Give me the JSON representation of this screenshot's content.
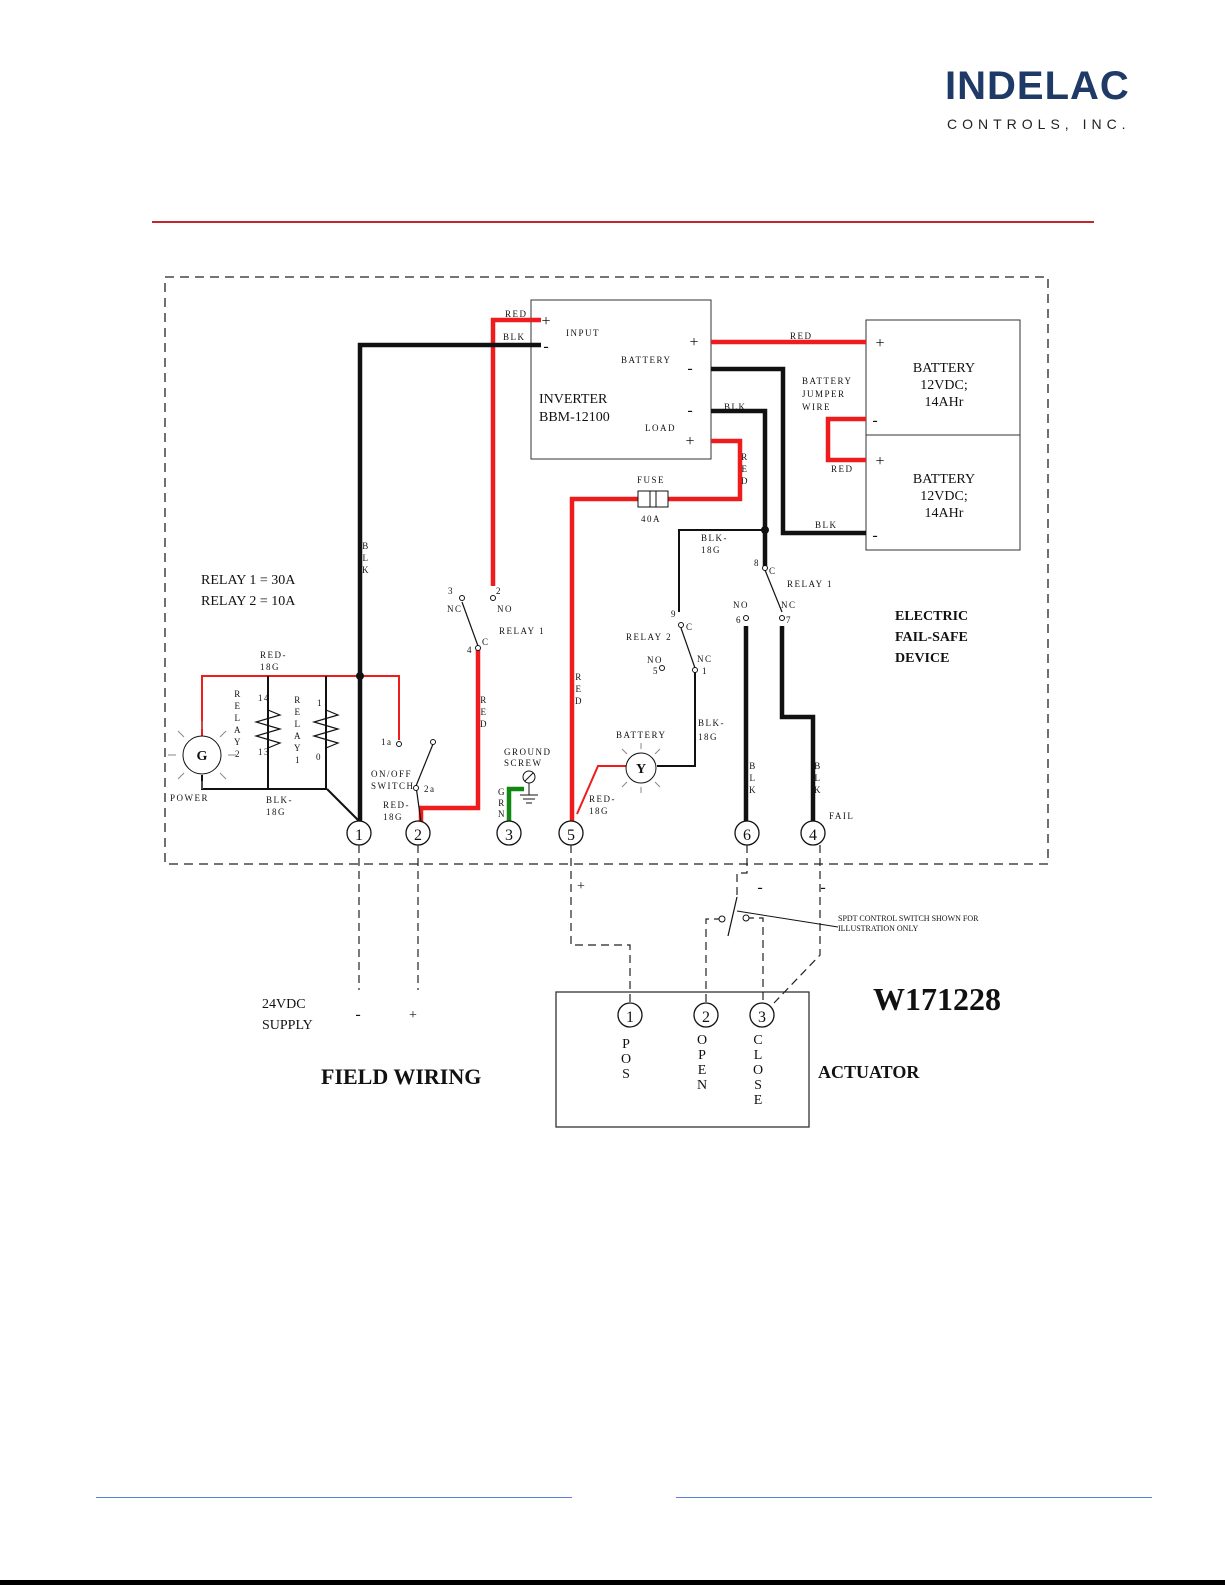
{
  "logo": {
    "word": "INDELAC",
    "sub": "CONTROLS, INC."
  },
  "colors": {
    "brand": "#1f3a66",
    "header_rule": "#c0282d",
    "footer_rule": "#5a7fd6",
    "red_wire": "#ee1c1c",
    "black_wire": "#111111",
    "green_wire": "#118811"
  },
  "diagram": {
    "drawing_number": "W171228",
    "relay_ratings": [
      "RELAY 1 = 30A",
      "RELAY 2 = 10A"
    ],
    "device_title": [
      "ELECTRIC",
      "FAIL-SAFE",
      "DEVICE"
    ],
    "field_wiring": "FIELD WIRING",
    "supply": [
      "24VDC",
      "SUPPLY"
    ],
    "actuator": "ACTUATOR",
    "inverter": {
      "name": "INVERTER",
      "model": "BBM-12100",
      "input": "INPUT",
      "battery": "BATTERY",
      "load": "LOAD"
    },
    "battery_name": "BATTERY",
    "battery_spec": "12VDC;",
    "battery_cap": "14AHr",
    "battery_jumper": [
      "BATTERY",
      "JUMPER",
      "WIRE"
    ],
    "fuse": "FUSE",
    "fuse_rating": "40A",
    "power_lamp": "POWER",
    "battery_lamp": "BATTERY",
    "lamp_g": "G",
    "lamp_y": "Y",
    "switch_label": [
      "ON/OFF",
      "SWITCH"
    ],
    "ground_screw": [
      "GROUND",
      "SCREW"
    ],
    "spdt_note": [
      "SPDT CONTROL SWITCH SHOWN FOR",
      "ILLUSTRATION ONLY"
    ],
    "fail": "FAIL",
    "terminals": [
      "1",
      "2",
      "3",
      "5",
      "6",
      "4"
    ],
    "actuator_terminals": [
      {
        "num": "1",
        "label": [
          "P",
          "O",
          "S"
        ]
      },
      {
        "num": "2",
        "label": [
          "O",
          "P",
          "E",
          "N"
        ]
      },
      {
        "num": "3",
        "label": [
          "C",
          "L",
          "O",
          "S",
          "E"
        ]
      }
    ],
    "wire_labels": {
      "red": "RED",
      "blk": "BLK",
      "red18g": [
        "RED-",
        "18G"
      ],
      "blk18g": [
        "BLK-",
        "18G"
      ],
      "vert_blk": [
        "B",
        "L",
        "K"
      ],
      "vert_red": [
        "R",
        "E",
        "D"
      ],
      "vert_grn": [
        "G",
        "R",
        "N"
      ],
      "relay1_vert": [
        "R",
        "E",
        "L",
        "A",
        "Y",
        "1"
      ],
      "relay2_vert": [
        "R",
        "E",
        "L",
        "A",
        "Y",
        "2"
      ]
    },
    "relay_labels": {
      "relay1": "RELAY 1",
      "relay2": "RELAY 2",
      "nc": "NC",
      "no": "NO",
      "c": "C"
    },
    "pins": [
      "1",
      "2",
      "3",
      "4",
      "5",
      "6",
      "7",
      "8",
      "9",
      "13",
      "14",
      "1a",
      "2a",
      "0"
    ],
    "polarity": {
      "plus": "+",
      "minus": "-"
    }
  }
}
